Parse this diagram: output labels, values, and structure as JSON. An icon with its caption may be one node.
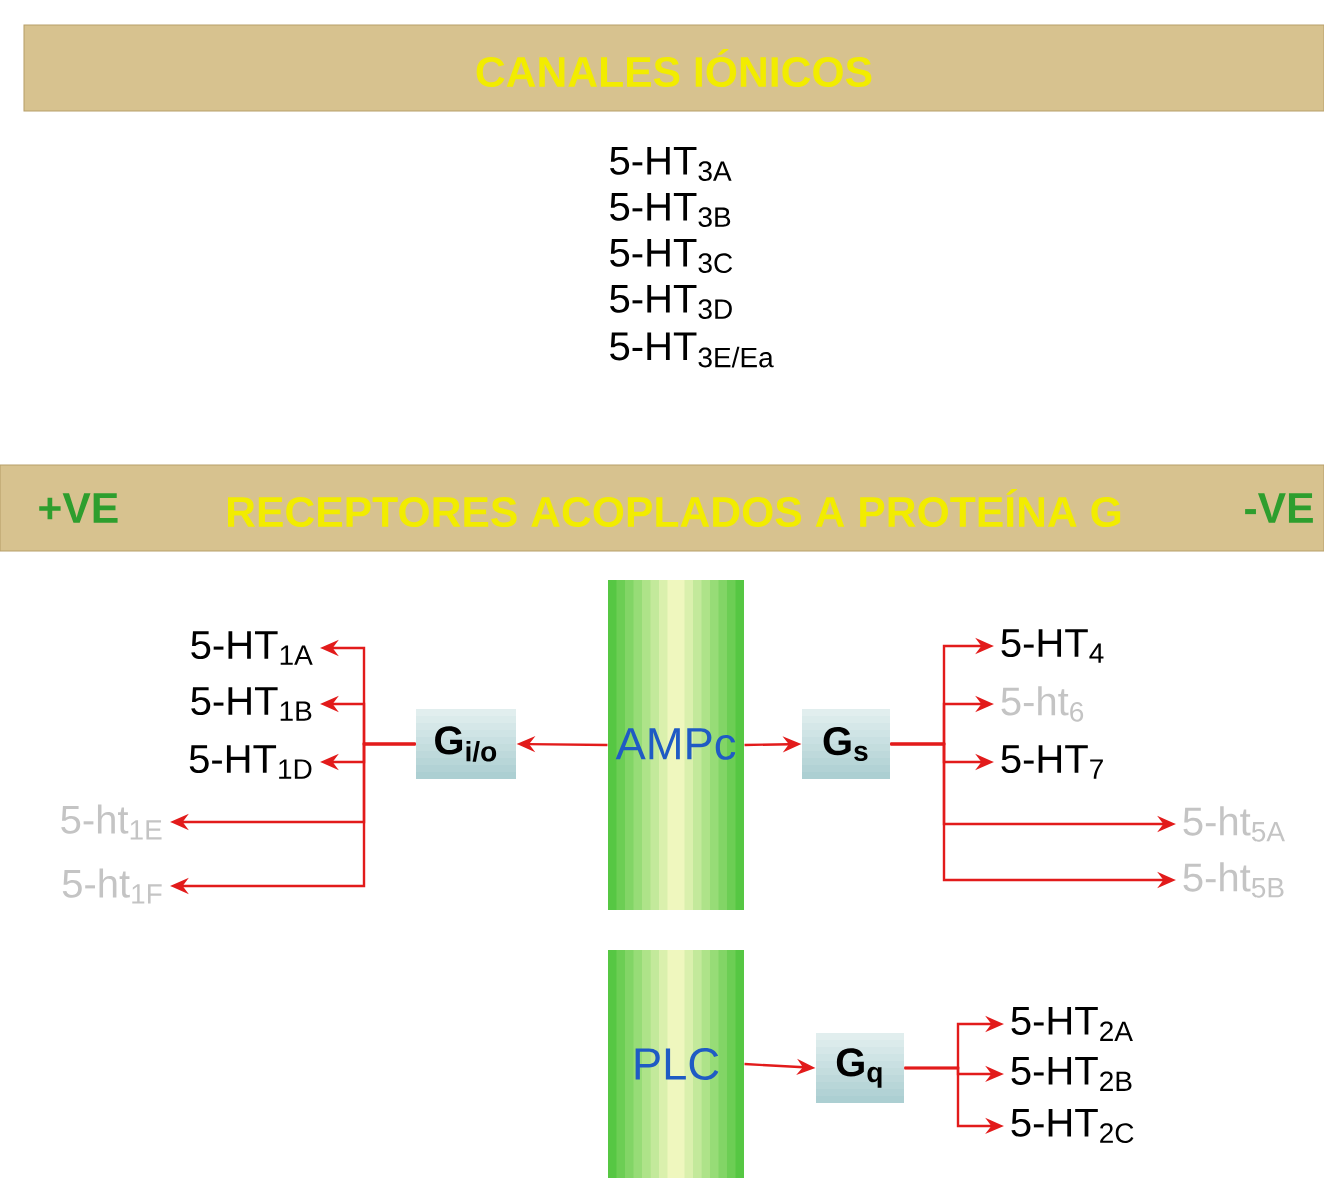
{
  "diagram": {
    "nodes": [
      {
        "text": [
          "CANALES IÓNICOS"
        ]
      },
      {
        "text": [
          "+VE",
          "RECEPTORES ACOPLADOS A PROTEÍNA G",
          "-VE"
        ]
      },
      {
        "text": [
          "AMPc"
        ]
      },
      {
        "text": [
          "G$_{i/o}$"
        ]
      },
      {
        "text": [
          "G$_{s}$"
        ]
      },
      {
        "text": [
          "5-HT$_{1A}$"
        ]
      },
      {
        "text": [
          "5-HT$_{1B}$"
        ]
      },
      {
        "text": [
          "5-HT$_{1D}$"
        ]
      },
      {
        "text": [
          "5-ht$_{1E}$"
        ]
      },
      {
        "text": [
          "5-ht$_{1F}$"
        ]
      },
      {
        "text": [
          "5-HT$_{4}$"
        ]
      },
      {
        "text": [
          "5-ht$_{6}$"
        ]
      },
      {
        "text": [
          "5-HT$_{7}$"
        ]
      },
      {
        "text": [
          "5-ht$_{5A}$"
        ]
      },
      {
        "text": [
          "5-ht$_{5B}$"
        ]
      },
      {
        "text": [
          "PLC"
        ]
      },
      {
        "text": [
          "G$_{q}$"
        ]
      },
      {
        "text": [
          "5-HT$_{2A}$"
        ]
      },
      {
        "text": [
          "5-HT$_{2B}$"
        ]
      },
      {
        "text": [
          "5-HT$_{2C}$"
        ]
      }
    ],
    "edges": [
      {
        "from": 2,
        "to": 3,
        "arrow": "to"
      },
      {
        "from": 2,
        "to": 4,
        "arrow": "to"
      },
      {
        "from": 3,
        "to": 5,
        "arrow": "to"
      },
      {
        "from": 3,
        "to": 6,
        "arrow": "to"
      },
      {
        "from": 3,
        "to": 7,
        "arrow": "to"
      },
      {
        "from": 3,
        "to": 8,
        "arrow": "to"
      },
      {
        "from": 3,
        "to": 9,
        "arrow": "to"
      },
      {
        "from": 4,
        "to": 10,
        "arrow": "to"
      },
      {
        "from": 4,
        "to": 11,
        "arrow": "to"
      },
      {
        "from": 4,
        "to": 12,
        "arrow": "to"
      },
      {
        "from": 4,
        "to": 13,
        "arrow": "to"
      },
      {
        "from": 4,
        "to": 14,
        "arrow": "to"
      },
      {
        "from": 15,
        "to": 16,
        "arrow": "to"
      },
      {
        "from": 16,
        "to": 17,
        "arrow": "to"
      },
      {
        "from": 16,
        "to": 18,
        "arrow": "to"
      },
      {
        "from": 16,
        "to": 19,
        "arrow": "to"
      }
    ],
    "labels": [
      "5-HT$_{3A}$",
      "5-HT$_{3B}$",
      "5-HT$_{3C}$",
      "5-HT$_{3D}$",
      "5-HT$_{3E/Ea}$"
    ]
  }
}
